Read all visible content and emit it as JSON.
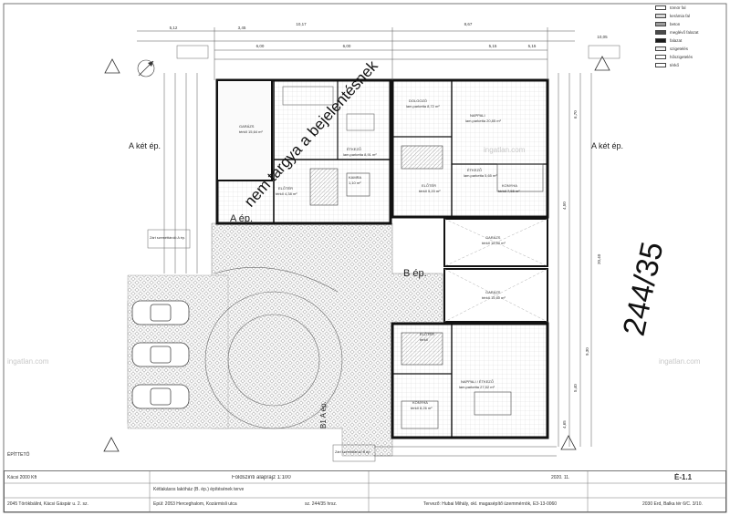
{
  "plan": {
    "labels": {
      "a_ket_ep_left": "A két ép.",
      "a_ket_ep_right": "A két ép.",
      "a_ep": "A ép.",
      "b_ep": "B ép.",
      "b1_a_ep": "B1 A ép.",
      "overlay_note": "nem tárgya a bejelentésnek",
      "parcel_number": "244/35",
      "epitteto": "ÉPÍTTETŐ"
    },
    "rooms": [
      {
        "name": "GARÁZS",
        "sub": "térkő 15,64 m²"
      },
      {
        "name": "ÉTKEZŐ",
        "sub": "lam.parketta 8,91 m²"
      },
      {
        "name": "ELŐTÉR",
        "sub": "térkő 4,38 m²"
      },
      {
        "name": "KAMRA",
        "sub": "1,10 m²"
      },
      {
        "name": "DOLGOZÓ",
        "sub": "lam.parketta 8,72 m²"
      },
      {
        "name": "NAPPALI",
        "sub": "lam.parketta 20,85 m²"
      },
      {
        "name": "ÉTKEZŐ",
        "sub": "lam.parketta 5,65 m²"
      },
      {
        "name": "KONYHA",
        "sub": "térkő 7,55 m²"
      },
      {
        "name": "ELŐTÉR",
        "sub": "térkő 5,20 m²"
      },
      {
        "name": "GARÁZS",
        "sub": "térkő 15,50 m²"
      },
      {
        "name": "GARÁZS",
        "sub": "térkő 15,60 m²"
      },
      {
        "name": "ELŐTÉR",
        "sub": "térkő"
      },
      {
        "name": "NAPPALI / ÉTKEZŐ",
        "sub": "lam.parketta 27,52 m²"
      },
      {
        "name": "KONYHA",
        "sub": "térkő 8,26 m²"
      }
    ],
    "zart_labels": [
      "Zárt szeméttároló A ép.",
      "Zárt szeméttároló B ép."
    ],
    "dims_top": [
      "5,12",
      "3,45",
      "10,17",
      "8,67",
      "10,05",
      "6,00",
      "6,00",
      "5,15",
      "5,15"
    ],
    "dims_right": [
      "20,40",
      "6,70",
      "4,50",
      "9,30",
      "5,40",
      "4,65"
    ]
  },
  "legend": [
    {
      "label": "tömör fal",
      "color": "#ffffff"
    },
    {
      "label": "kerámia fal",
      "color": "#d9d9d9"
    },
    {
      "label": "beton",
      "color": "#9c9c9c"
    },
    {
      "label": "meglévő falazat",
      "color": "#4a4a4a"
    },
    {
      "label": "falazat",
      "color": "#1a1a1a"
    },
    {
      "label": "szigetelés",
      "color": "#f0f0f0"
    },
    {
      "label": "hőszigetelés",
      "color": "#ffffff"
    },
    {
      "label": "térkő",
      "color": "#ffffff"
    }
  ],
  "title_block": {
    "left_line1": "Kácsi 2000 Kft",
    "left_line2": "2045 Törökbálint, Kácsi Gáspár u. 2. sz.",
    "center_title": "Földszinti alaprajz 1:100",
    "center_line2": "Kétlakásos lakóház (B. ép.) építésének terve",
    "center_line3": "Épül: 2053 Herceghalom, Kozármisli utca",
    "center_line4": "sz. 244/35 hrsz.",
    "date": "2020. 11.",
    "sheet_number": "É-1.1",
    "designer": "Tervező: Hubai Mihály, okl. magasépítő üzemmérnök, É3-13-0060",
    "designer_addr": "2030 Érd, Balka tér 6/C. 3/10."
  },
  "watermark": "ingatlan.com"
}
